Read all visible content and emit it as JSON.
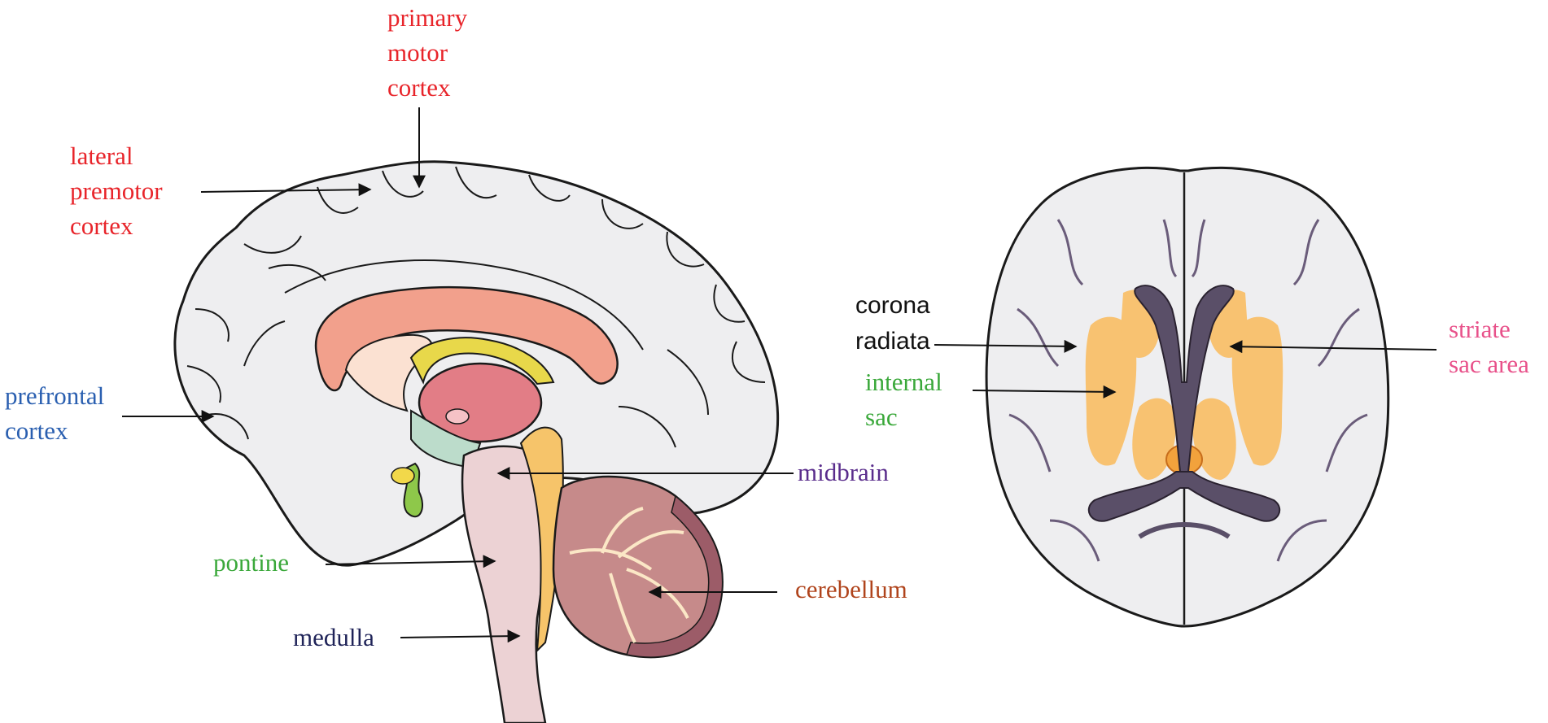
{
  "labels": {
    "primary_motor": [
      "primary",
      "motor",
      "cortex"
    ],
    "lateral_premotor": [
      "lateral",
      "premotor",
      "cortex"
    ],
    "prefrontal": [
      "prefrontal",
      "cortex"
    ],
    "midbrain": "midbrain",
    "pontine": "pontine",
    "cerebellum": "cerebellum",
    "medulla": "medulla",
    "corona_radiata": [
      "corona",
      "radiata"
    ],
    "internal_sac": [
      "internal",
      "sac"
    ],
    "striate_sac": [
      "striate",
      "sac area"
    ]
  },
  "colors": {
    "red": "#e8242a",
    "blue": "#2a5fb0",
    "purple": "#5a2d8c",
    "green": "#3aa83a",
    "brown": "#b0441c",
    "navy": "#1f2358",
    "black": "#111111",
    "pink": "#e8518a"
  }
}
